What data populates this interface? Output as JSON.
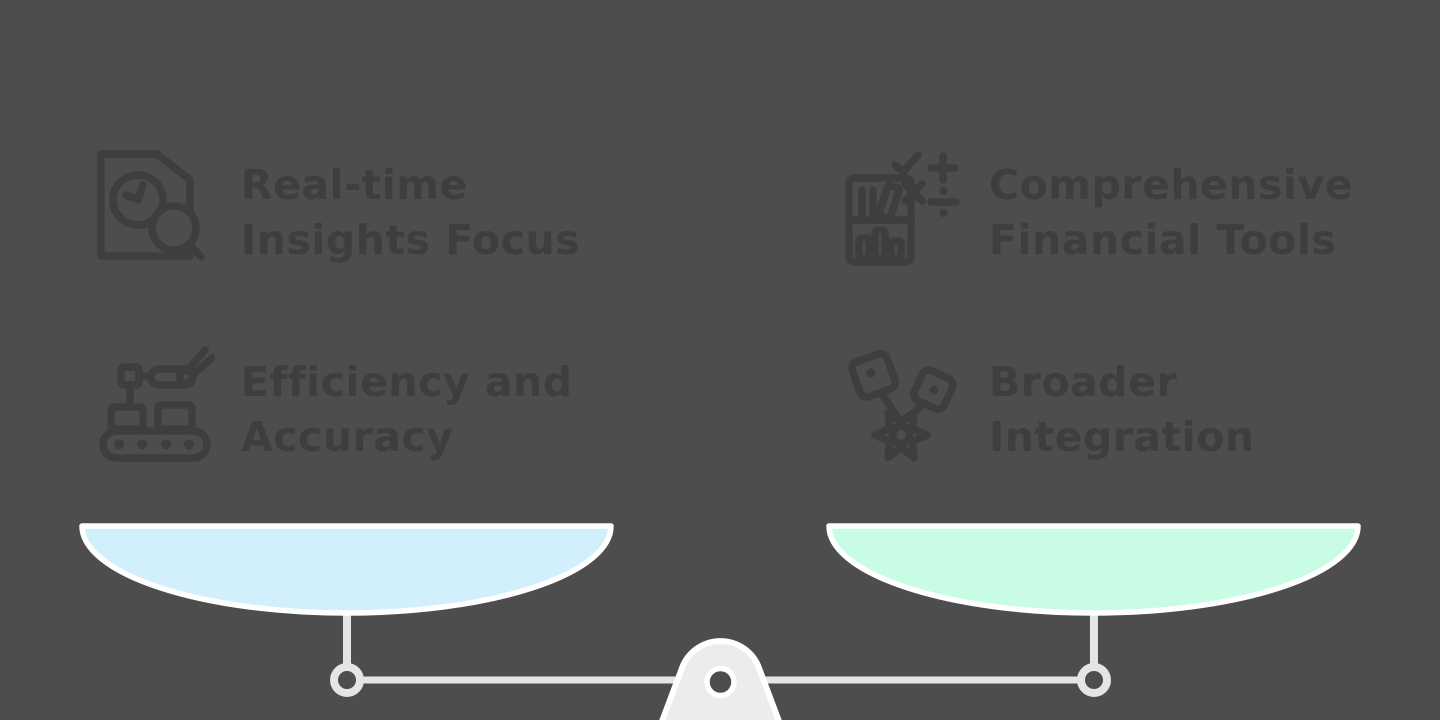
{
  "page": {
    "background_color": "#4d4d4d",
    "text_color": "#3e3e3e"
  },
  "features": [
    {
      "id": "real-time-insights",
      "line1": "Real-time",
      "line2": "Insights Focus",
      "icon": "document-search-clock",
      "side": "left"
    },
    {
      "id": "comprehensive-financial-tools",
      "line1": "Comprehensive",
      "line2": "Financial Tools",
      "icon": "calculator-math",
      "side": "right"
    },
    {
      "id": "efficiency-accuracy",
      "line1": "Efficiency and",
      "line2": "Accuracy",
      "icon": "conveyor-automation",
      "side": "left"
    },
    {
      "id": "broader-integration",
      "line1": "Broader",
      "line2": "Integration",
      "icon": "gear-integration",
      "side": "right"
    }
  ],
  "scale": {
    "left_pan_color": "#d2f0fc",
    "right_pan_color": "#c9fce4",
    "pan_border_color": "#ffffff",
    "hardware_color": "#e5e5e5",
    "pivot_fill_color": "#ececec",
    "hole_color": "#4d4d4d"
  }
}
